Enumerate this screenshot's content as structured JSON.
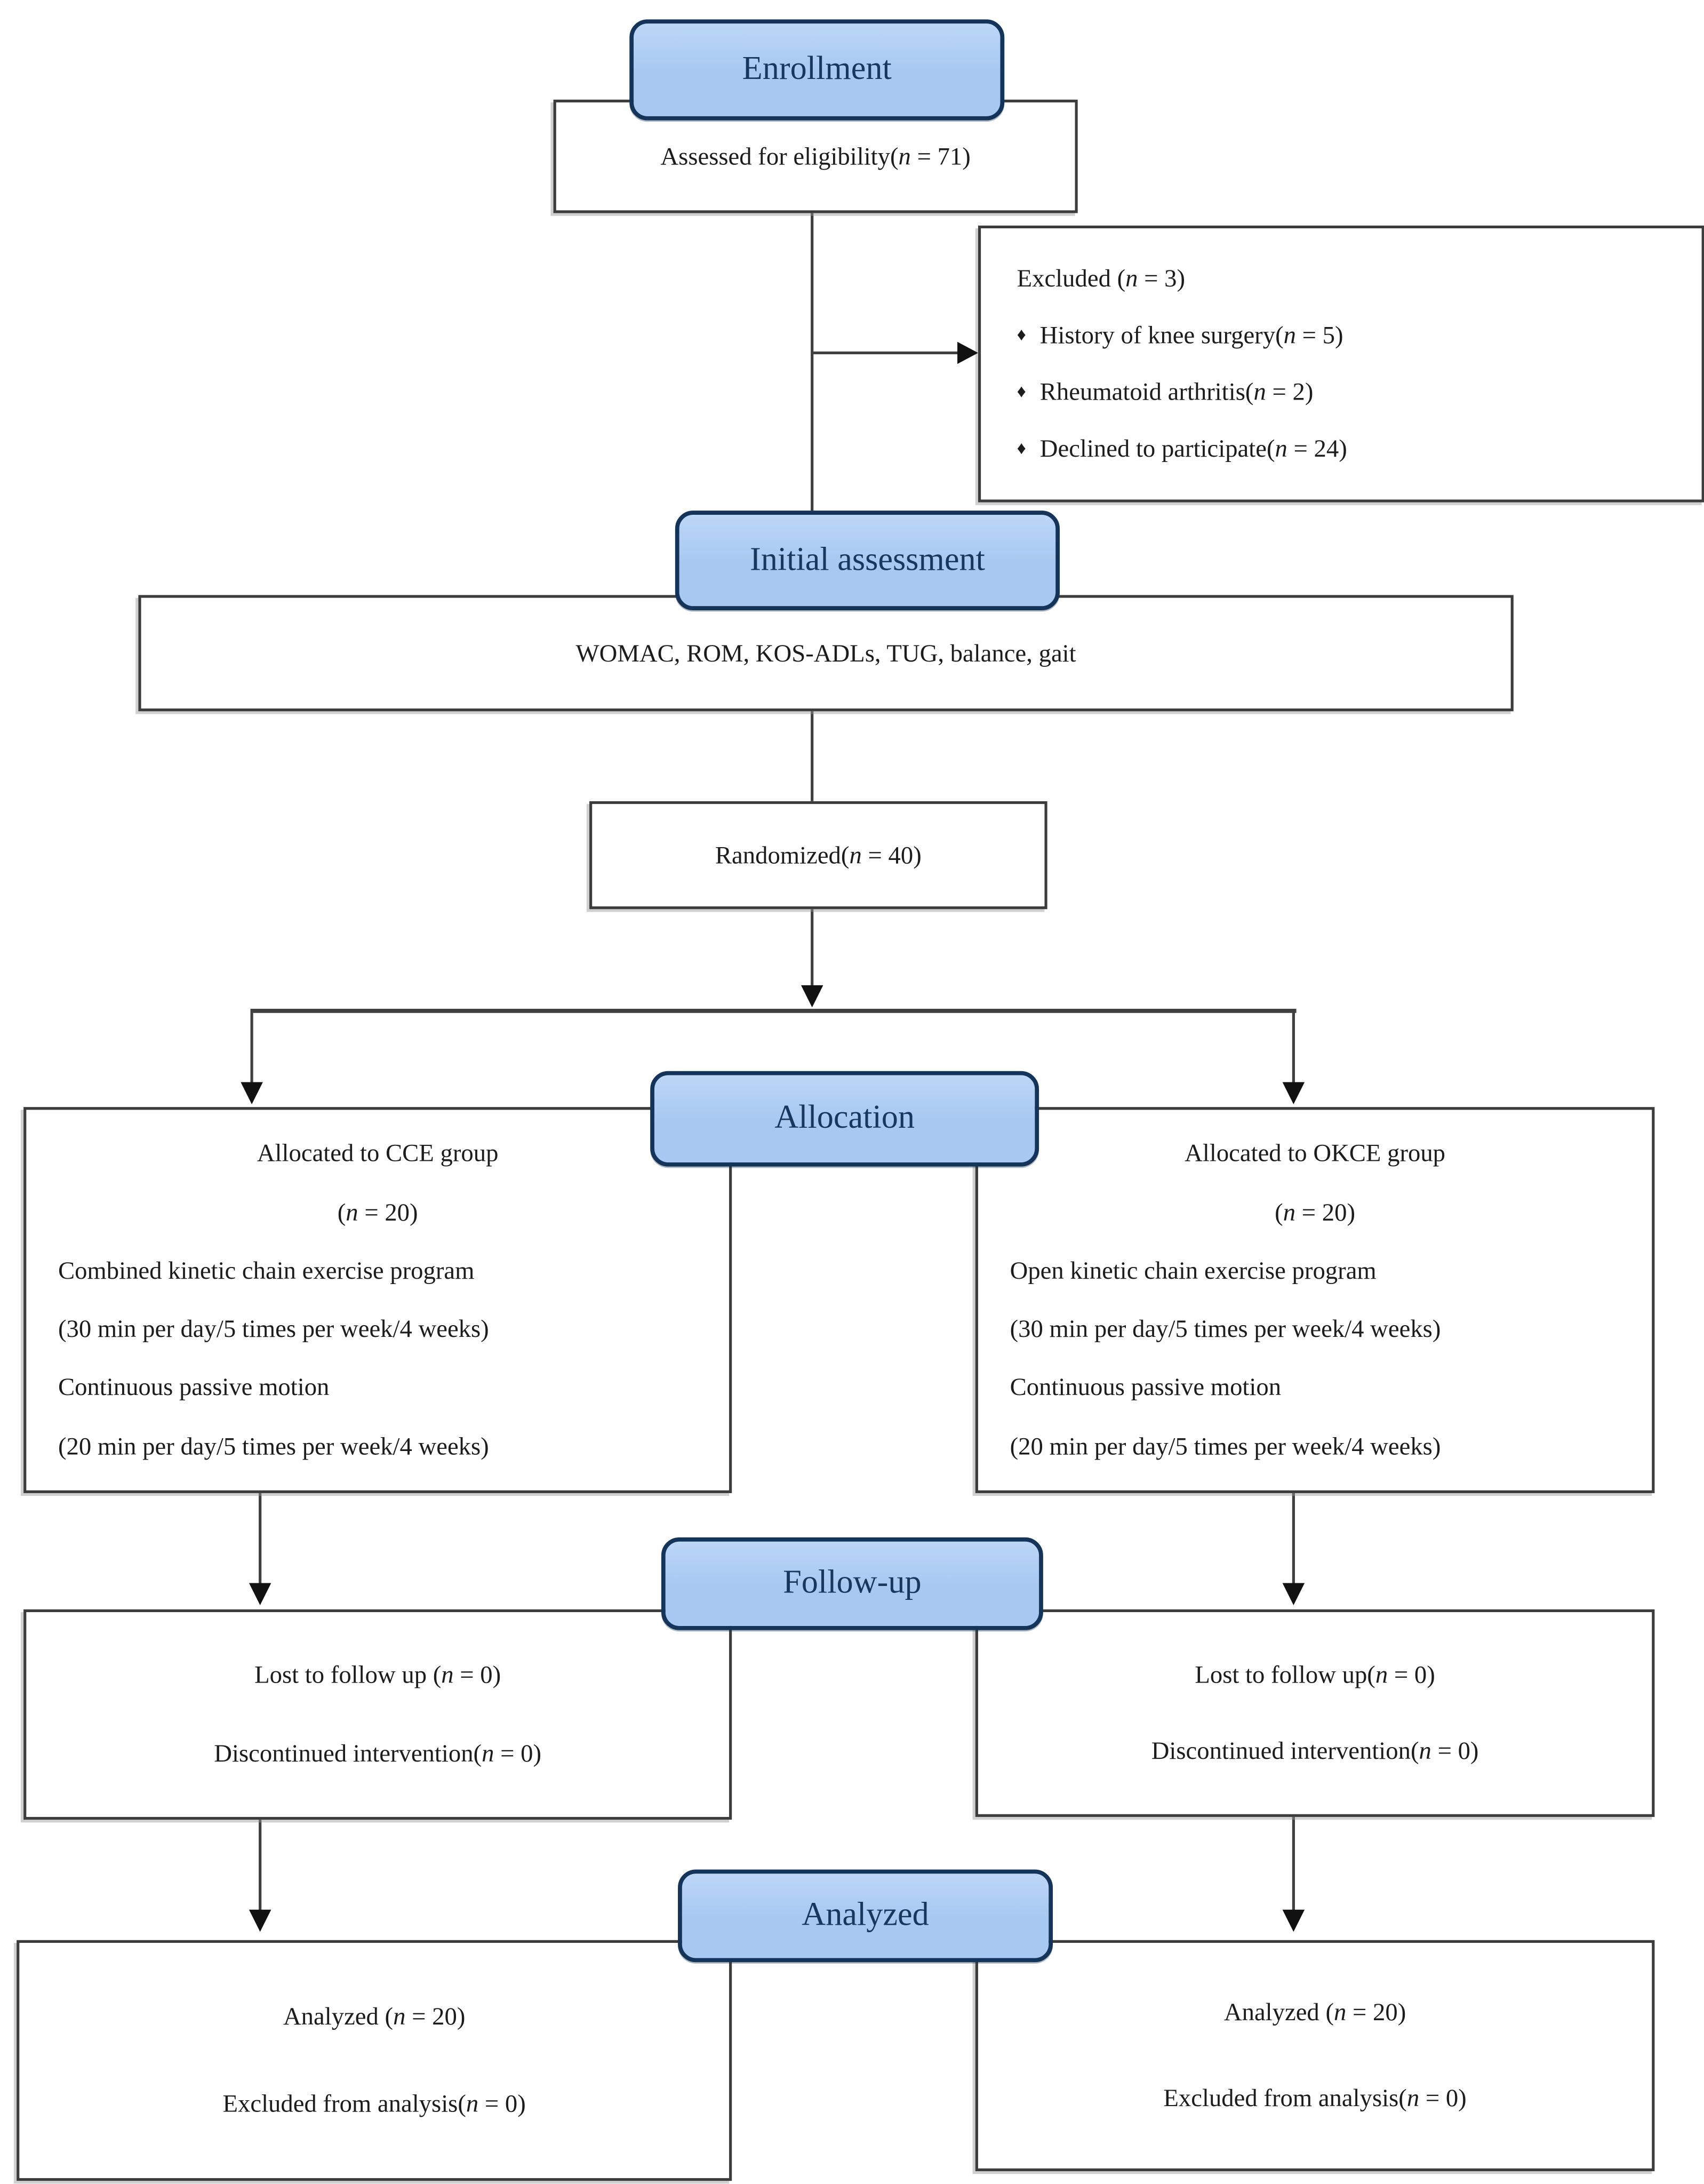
{
  "diagram": {
    "stage_labels": {
      "enrollment": "Enrollment",
      "initial_assessment": "Initial assessment",
      "allocation": "Allocation",
      "follow_up": "Follow-up",
      "analyzed": "Analyzed"
    },
    "assessed": "Assessed for eligibility(n = 71)",
    "excluded": {
      "title": "Excluded (n = 3)",
      "bullet": "♦",
      "items": [
        "History of knee surgery(n = 5)",
        "Rheumatoid arthritis(n = 2)",
        "Declined to participate(n = 24)"
      ]
    },
    "initial_assessment_measures": "WOMAC, ROM, KOS-ADLs, TUG, balance, gait",
    "randomized": "Randomized(n = 40)",
    "cce_group": {
      "line1": "Allocated to CCE group",
      "line2": "(n = 20)",
      "line3": "Combined kinetic chain exercise program",
      "line4": "(30 min per day/5 times per week/4 weeks)",
      "line5": "Continuous passive motion",
      "line6": "(20 min per day/5 times per week/4 weeks)"
    },
    "okce_group": {
      "line1": "Allocated to OKCE group",
      "line2": "(n = 20)",
      "line3": "Open kinetic chain exercise program",
      "line4": "(30 min per day/5 times per week/4 weeks)",
      "line5": "Continuous passive motion",
      "line6": "(20 min per day/5 times per week/4 weeks)"
    },
    "follow_up_left": {
      "line1": "Lost to follow up (n = 0)",
      "line2": "Discontinued intervention(n = 0)"
    },
    "follow_up_right": {
      "line1": "Lost to follow up(n = 0)",
      "line2": "Discontinued intervention(n = 0)"
    },
    "analyzed_left": {
      "line1": "Analyzed (n = 20)",
      "line2": "Excluded from analysis(n = 0)"
    },
    "analyzed_right": {
      "line1": "Analyzed (n = 20)",
      "line2": "Excluded from analysis(n = 0)"
    },
    "colors": {
      "stage_fill": "#a6c8f1",
      "stage_fill_top": "#bcd6f6",
      "stage_border": "#15345a",
      "stage_text": "#17375e",
      "box_border": "#3c3c3c",
      "line": "#404040",
      "text": "#1c1c1c",
      "background": "#ffffff"
    }
  }
}
